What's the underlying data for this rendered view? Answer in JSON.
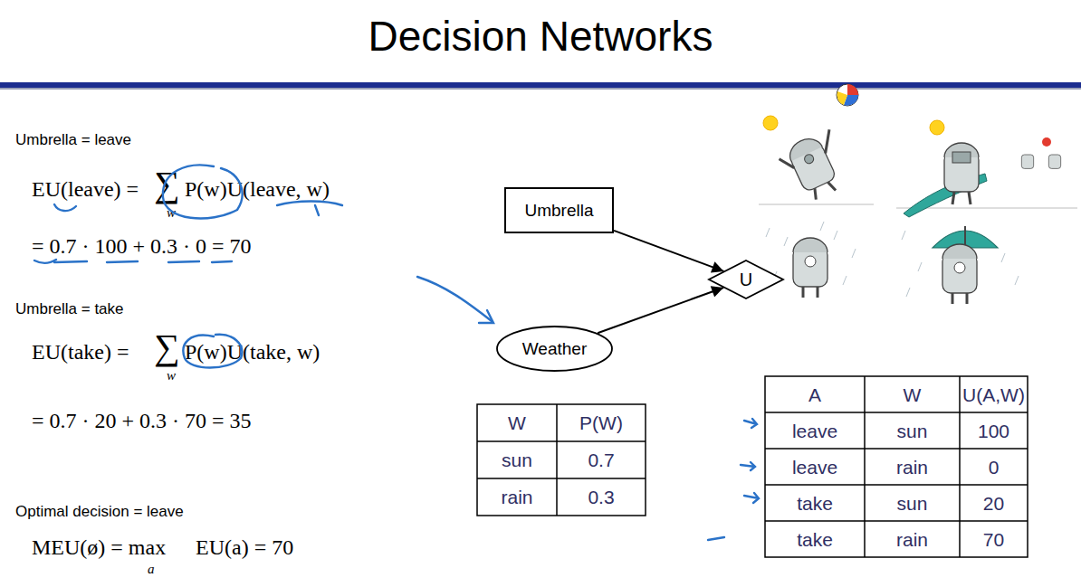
{
  "diagram": {
    "title": "Decision Networks",
    "nodes": [
      {
        "text": [
          "Umbrella"
        ]
      },
      {
        "text": [
          "Weather"
        ]
      },
      {
        "text": [
          "U"
        ]
      }
    ],
    "edges": [
      {
        "from": 0,
        "to": 2,
        "arrow": "to"
      },
      {
        "from": 1,
        "to": 2,
        "arrow": "to"
      }
    ],
    "labels": [
      "Umbrella = leave",
      "EU(leave) =",
      "∑",
      "w",
      "P(w)U(leave, w)",
      "= 0.7 · 100 + 0.3 · 0 = 70",
      "Umbrella = take",
      "EU(take) =",
      "∑",
      "w",
      "P(w)U(take, w)",
      "= 0.7 · 20 + 0.3 · 70 = 35",
      "Optimal decision = leave",
      "MEU(ø) = max",
      "a",
      "EU(a) = 70",
      "W",
      "P(W)",
      "sun",
      "0.7",
      "rain",
      "0.3",
      "A",
      "W",
      "U(A,W)",
      "leave",
      "sun",
      "100",
      "leave",
      "rain",
      "0",
      "take",
      "sun",
      "20",
      "take",
      "rain",
      "70"
    ]
  }
}
